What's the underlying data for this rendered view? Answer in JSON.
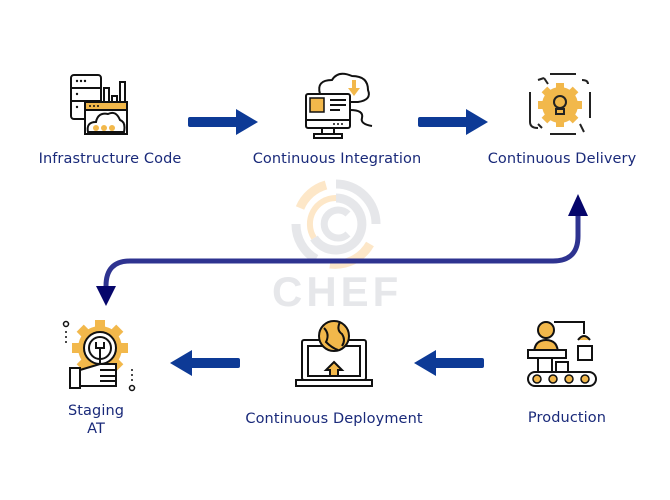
{
  "diagram": {
    "title": "Chef DevOps pipeline",
    "watermark": "CHEF",
    "colors": {
      "arrow": "#0d3a96",
      "loop_arrow": "#2e3390",
      "loop_head": "#06066b",
      "label": "#1a2a7a",
      "icon_accent": "#f2b84b",
      "icon_stroke": "#111111",
      "watermark_gray": "#e6e7ea",
      "watermark_orange": "#fde7c8"
    },
    "nodes": [
      {
        "id": "infrastructure-code",
        "label": "Infrastructure Code",
        "icon": "server-cloud-icon"
      },
      {
        "id": "continuous-integration",
        "label": "Continuous Integration",
        "icon": "computer-cloud-icon"
      },
      {
        "id": "continuous-delivery",
        "label": "Continuous Delivery",
        "icon": "gear-lightbulb-cycle-icon"
      },
      {
        "id": "production",
        "label": "Production",
        "icon": "factory-worker-conveyor-icon"
      },
      {
        "id": "continuous-deployment",
        "label": "Continuous Deployment",
        "icon": "laptop-globe-upload-icon"
      },
      {
        "id": "staging-at",
        "label_line1": "Staging",
        "label_line2": "AT",
        "icon": "hand-wrench-gear-icon"
      }
    ],
    "edges": [
      {
        "from": "infrastructure-code",
        "to": "continuous-integration",
        "direction": "right"
      },
      {
        "from": "continuous-integration",
        "to": "continuous-delivery",
        "direction": "right"
      },
      {
        "from": "continuous-delivery",
        "to": "staging-at",
        "direction": "loop-back",
        "bidirectional": true
      },
      {
        "from": "production",
        "to": "continuous-deployment",
        "direction": "left"
      },
      {
        "from": "continuous-deployment",
        "to": "staging-at",
        "direction": "left"
      }
    ]
  }
}
